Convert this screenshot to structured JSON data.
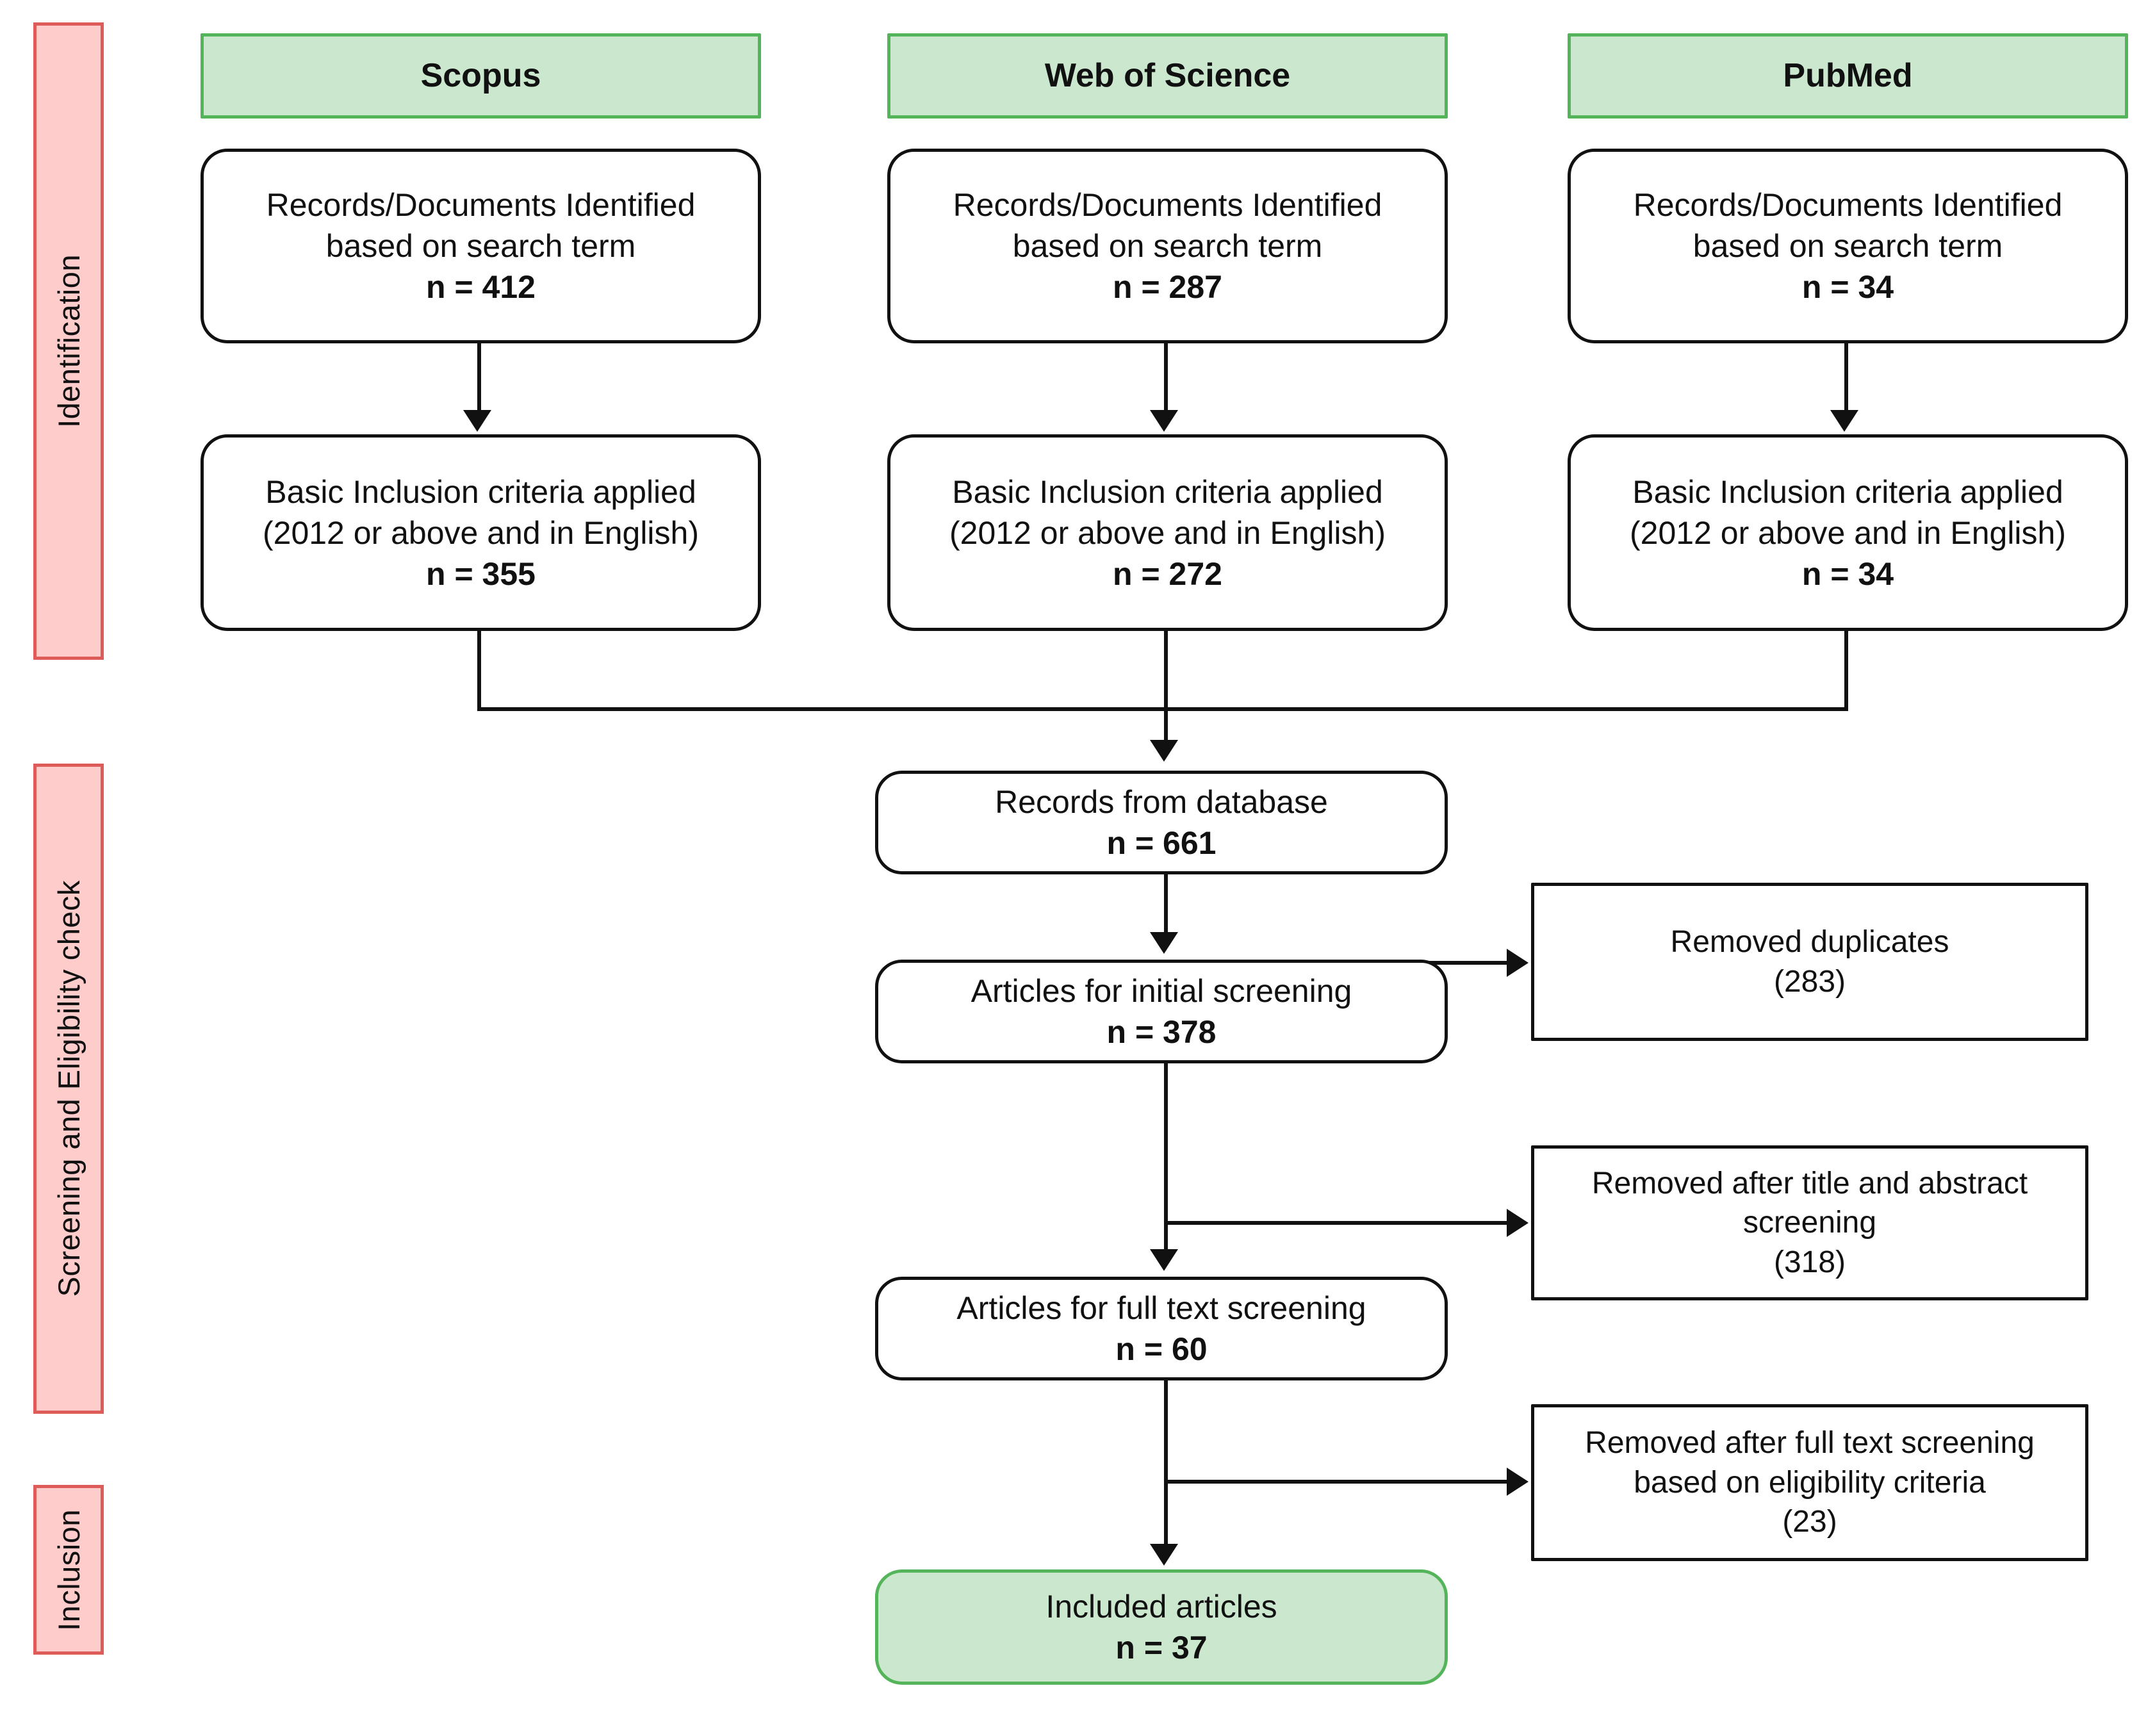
{
  "diagram": {
    "title": "PRISMA study selection flow diagram",
    "colors": {
      "phase_fill": "#ffcccc",
      "phase_border": "#dd5b58",
      "source_fill": "#cbe8cf",
      "source_border": "#54b45a",
      "node_border": "#111111",
      "node_fill": "#ffffff",
      "connector": "#111111"
    }
  },
  "phases": [
    {
      "id": "identification",
      "label": "Identification"
    },
    {
      "id": "screening",
      "label": "Screening and Eligibility check"
    },
    {
      "id": "inclusion",
      "label": "Inclusion"
    }
  ],
  "sources": [
    {
      "id": "scopus",
      "header": "Scopus",
      "identified": {
        "line1": "Records/Documents Identified",
        "line2": "based on search term",
        "n": "n = 412"
      },
      "criteria": {
        "line1": "Basic Inclusion criteria applied",
        "line2": "(2012 or above and in English)",
        "n": "n = 355"
      }
    },
    {
      "id": "web-of-science",
      "header": "Web of Science",
      "identified": {
        "line1": "Records/Documents Identified",
        "line2": "based on search term",
        "n": "n = 287"
      },
      "criteria": {
        "line1": "Basic Inclusion criteria applied",
        "line2": "(2012 or above and in English)",
        "n": "n = 272"
      }
    },
    {
      "id": "pubmed",
      "header": "PubMed",
      "identified": {
        "line1": "Records/Documents Identified",
        "line2": "based on search term",
        "n": "n = 34"
      },
      "criteria": {
        "line1": "Basic Inclusion criteria applied",
        "line2": "(2012 or above and in English)",
        "n": "n = 34"
      }
    }
  ],
  "flow": {
    "records_from_database": {
      "label": "Records from database",
      "n": "n = 661"
    },
    "initial_screening": {
      "label": "Articles for initial screening",
      "n": "n = 378"
    },
    "full_text_screening": {
      "label": "Articles for full text screening",
      "n": "n = 60"
    },
    "included_articles": {
      "label": "Included articles",
      "n": "n = 37"
    }
  },
  "exclusions": [
    {
      "id": "removed-duplicates",
      "line1": "Removed duplicates",
      "line2": "",
      "count": "(283)"
    },
    {
      "id": "removed-title-abstract",
      "line1": "Removed after title and abstract",
      "line2": "screening",
      "count": "(318)"
    },
    {
      "id": "removed-full-text",
      "line1": "Removed after full text screening",
      "line2": "based on eligibility criteria",
      "count": "(23)"
    }
  ],
  "chart_data": {
    "type": "diagram",
    "title": "PRISMA flow",
    "nodes": [
      {
        "id": "scopus-identified",
        "value": 412
      },
      {
        "id": "wos-identified",
        "value": 287
      },
      {
        "id": "pubmed-identified",
        "value": 34
      },
      {
        "id": "scopus-criteria",
        "value": 355
      },
      {
        "id": "wos-criteria",
        "value": 272
      },
      {
        "id": "pubmed-criteria",
        "value": 34
      },
      {
        "id": "records-from-database",
        "value": 661
      },
      {
        "id": "removed-duplicates",
        "value": 283
      },
      {
        "id": "initial-screening",
        "value": 378
      },
      {
        "id": "removed-title-abstract",
        "value": 318
      },
      {
        "id": "full-text-screening",
        "value": 60
      },
      {
        "id": "removed-full-text",
        "value": 23
      },
      {
        "id": "included-articles",
        "value": 37
      }
    ]
  }
}
